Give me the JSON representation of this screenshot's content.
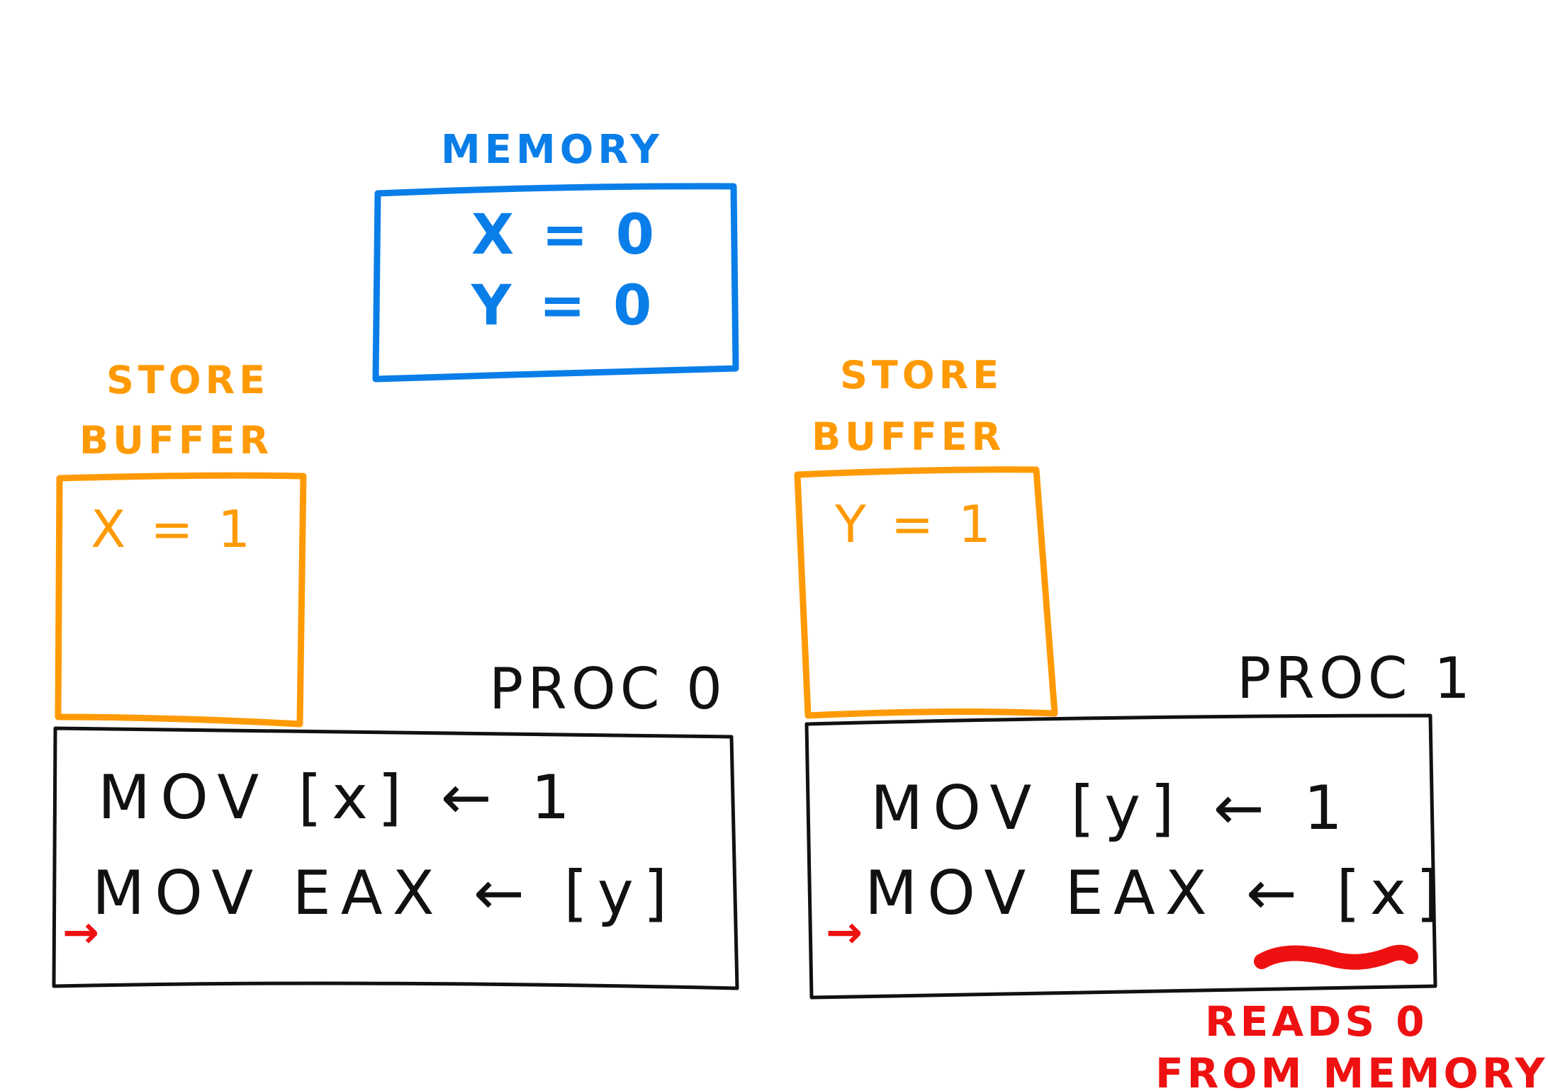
{
  "memory": {
    "label": "MEMORY",
    "values": [
      "X = 0",
      "Y = 0"
    ]
  },
  "proc0": {
    "store_buffer_label": [
      "STORE",
      "BUFFER"
    ],
    "store_buffer_values": [
      "X = 1"
    ],
    "title": "PROC 0",
    "instructions": [
      "MOV [x] ← 1",
      "MOV EAX ← [y]"
    ],
    "pointer": "→"
  },
  "proc1": {
    "store_buffer_label": [
      "STORE",
      "BUFFER"
    ],
    "store_buffer_values": [
      "Y = 1"
    ],
    "title": "PROC 1",
    "instructions": [
      "MOV [y] ← 1",
      "MOV EAX ← [x]"
    ],
    "pointer": "→"
  },
  "annotation": {
    "lines": [
      "READS 0",
      "FROM MEMORY"
    ]
  },
  "colors": {
    "memory": "#0a7ee8",
    "store_buffer": "#ff9a05",
    "processor": "#111111",
    "annotation": "#ee1111"
  }
}
